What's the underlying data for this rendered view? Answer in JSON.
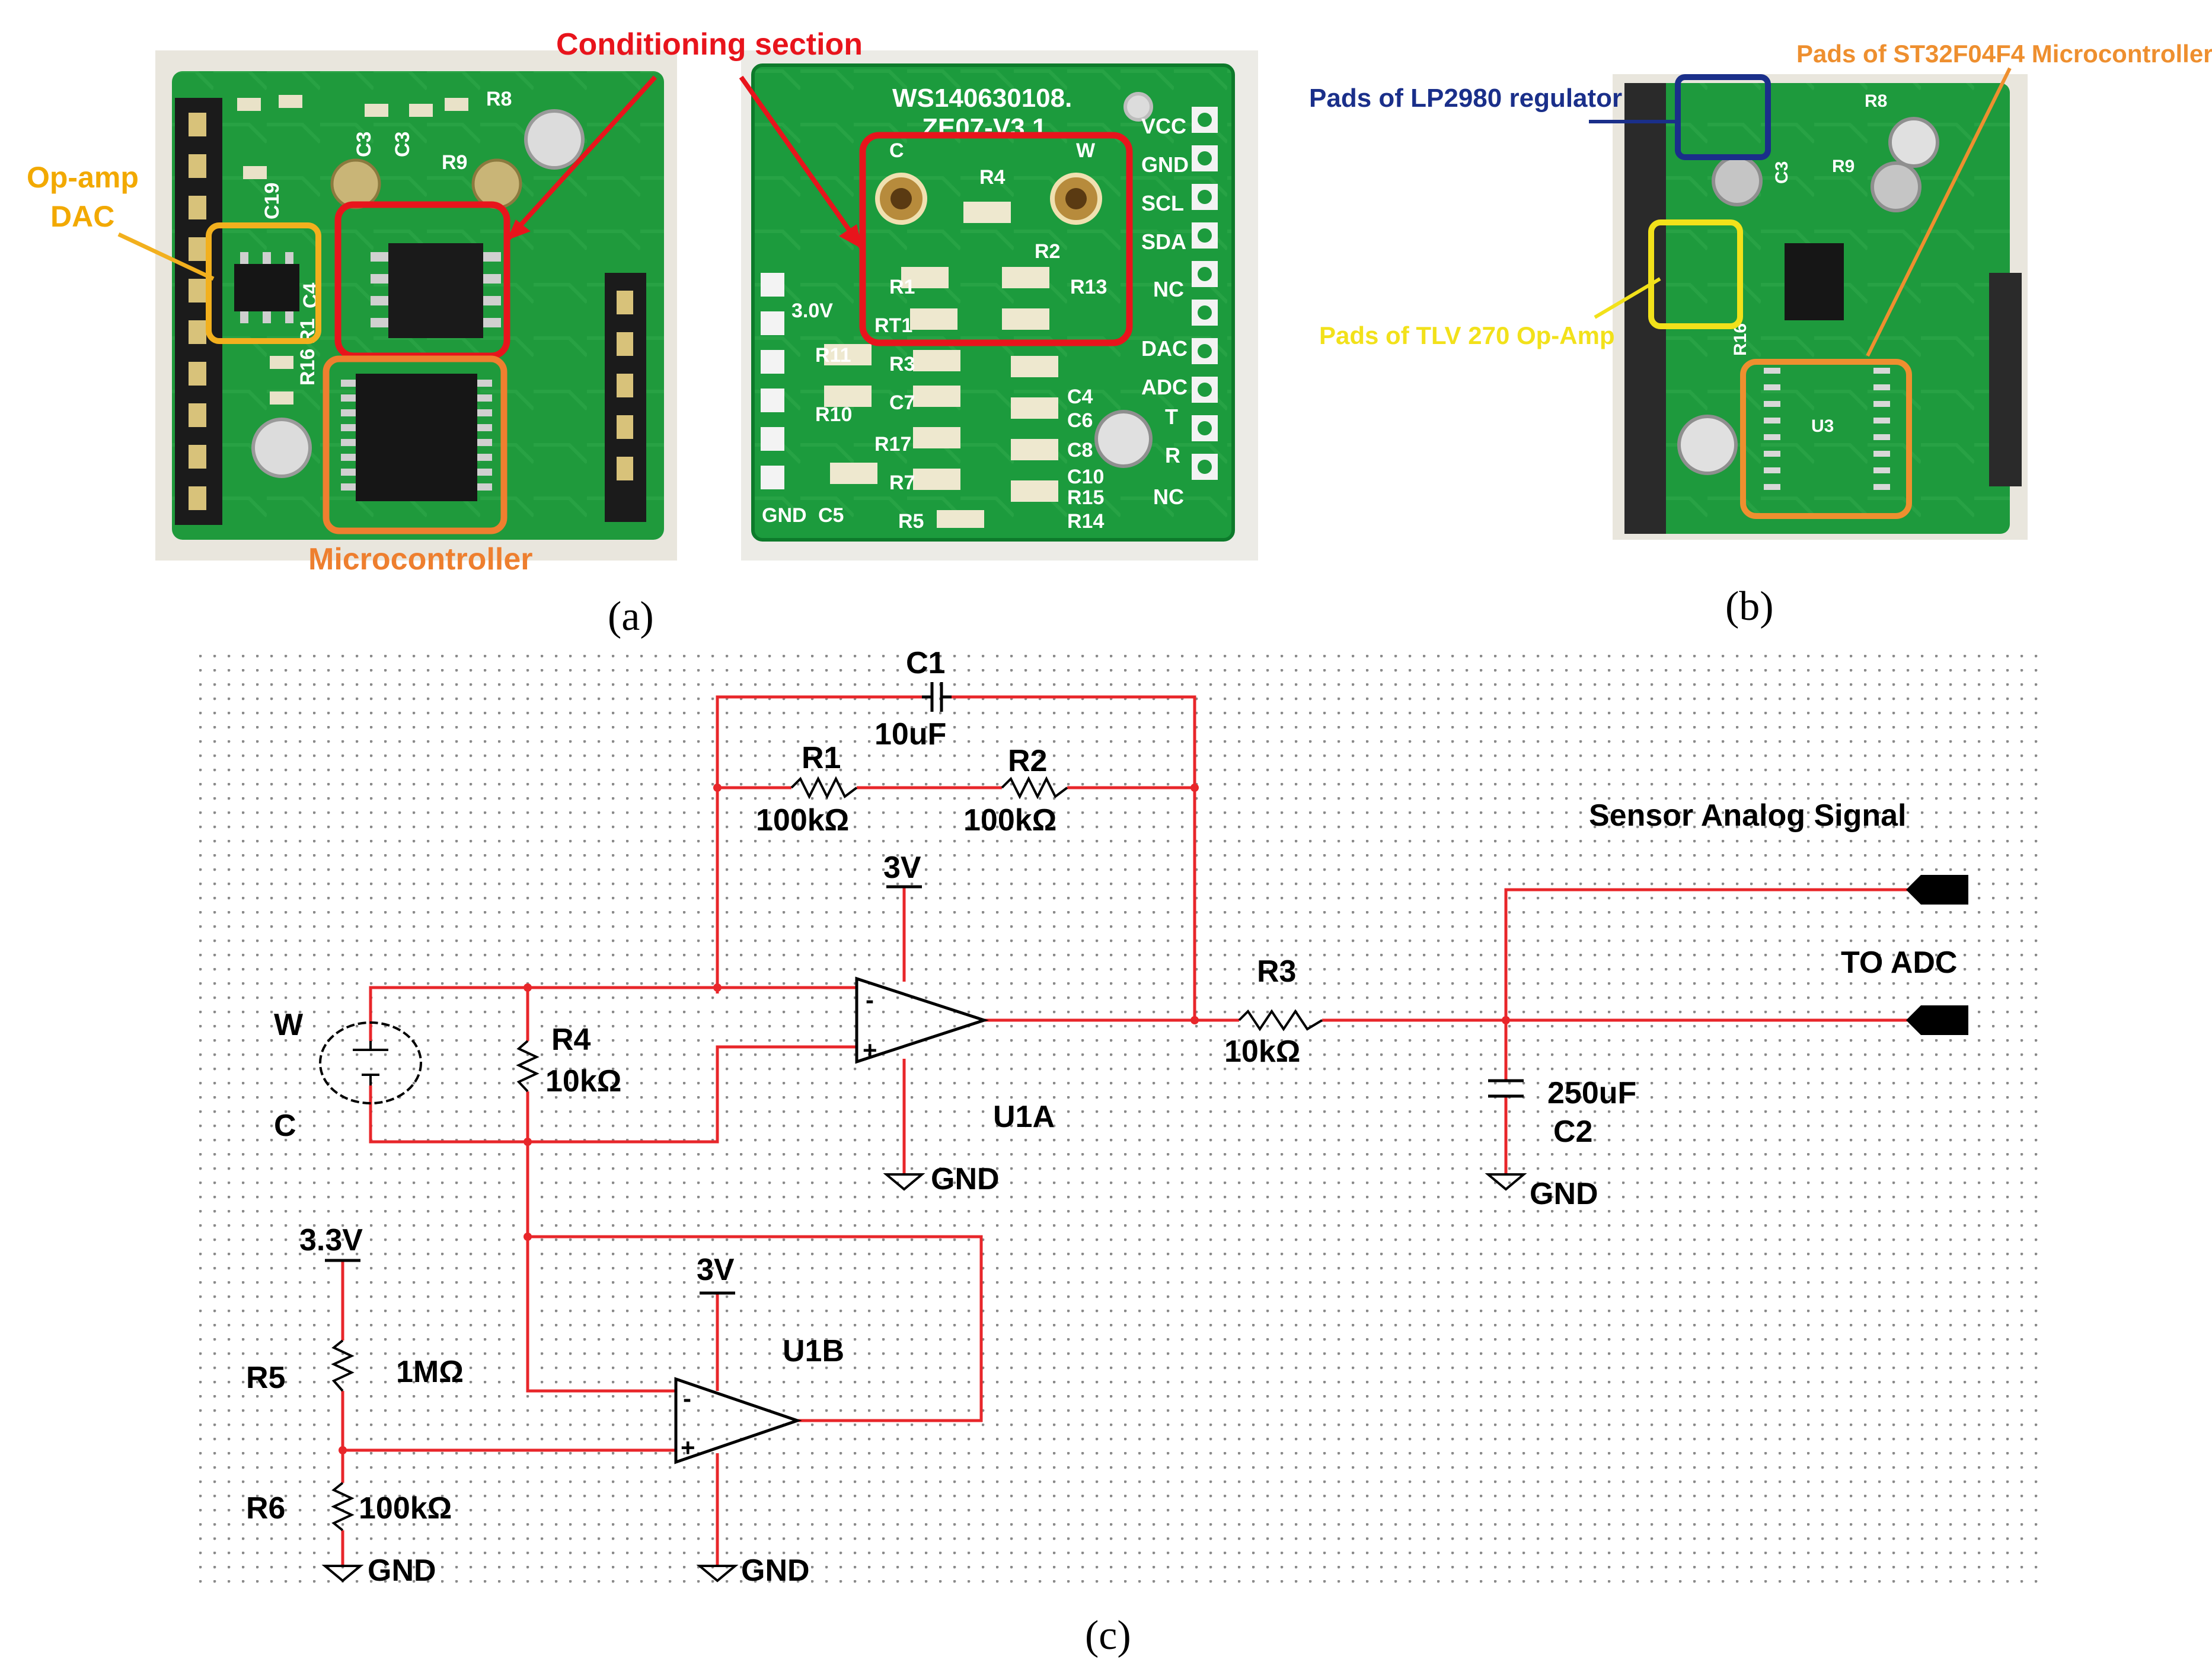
{
  "panel_a": {
    "callout_opamp_dac": [
      "Op-amp",
      "DAC"
    ],
    "callout_conditioning": "Conditioning  section",
    "callout_microcontroller": "Microcontroller",
    "board_serial": [
      "WS140630108.",
      "ZE07-V3.1"
    ],
    "left_board_silk": [
      "R8",
      "C3",
      "C3",
      "R9",
      "C19",
      "R1",
      "R16",
      "C4"
    ],
    "pin_labels": [
      "VCC",
      "GND",
      "SCL",
      "SDA",
      "NC",
      "DAC",
      "ADC",
      "T",
      "R",
      "NC"
    ],
    "right_board_silk": [
      "C",
      "W",
      "R4",
      "R2",
      "R1",
      "RT1",
      "R13",
      "3.0V",
      "R11",
      "R3",
      "R10",
      "C7",
      "C4",
      "C6",
      "R17",
      "C8",
      "R7",
      "C10",
      "R15",
      "R14",
      "GND",
      "C5",
      "R5"
    ],
    "caption": "(a)"
  },
  "panel_b": {
    "callout_lp2980": "Pads of LP2980 regulator",
    "callout_stm32": "Pads of ST32F04F4 Microcontroller",
    "callout_tlv270": "Pads of TLV 270 Op-Amp",
    "board_silk": [
      "R8",
      "C3",
      "R9",
      "R16",
      "U3"
    ],
    "caption": "(b)"
  },
  "panel_c": {
    "components": {
      "c1": {
        "ref": "C1",
        "value": "10uF"
      },
      "r1": {
        "ref": "R1",
        "value": "100kΩ"
      },
      "r2": {
        "ref": "R2",
        "value": "100kΩ"
      },
      "r3": {
        "ref": "R3",
        "value": "10kΩ"
      },
      "r4": {
        "ref": "R4",
        "value": "10kΩ"
      },
      "r5": {
        "ref": "R5",
        "value": "1MΩ"
      },
      "r6": {
        "ref": "R6",
        "value": "100kΩ"
      },
      "c2": {
        "ref": "C2",
        "value": "250uF"
      },
      "u1a": "U1A",
      "u1b": "U1B"
    },
    "sensor": {
      "w": "W",
      "c": "C"
    },
    "supply_u1a": "3V",
    "supply_u1b": "3V",
    "supply_ref": "3.3V",
    "gnd": "GND",
    "outputs": {
      "sensor_signal": "Sensor Analog Signal",
      "to_adc": "TO ADC"
    },
    "caption": "(c)",
    "wire_color": "#e8262a"
  }
}
